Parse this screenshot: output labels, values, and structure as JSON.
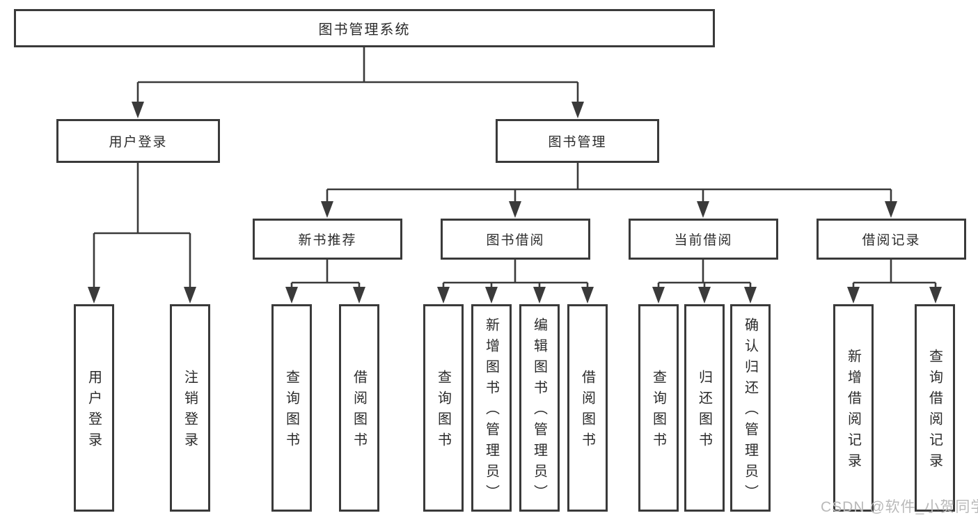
{
  "diagram": {
    "root": {
      "label": "图书管理系统"
    },
    "level2": [
      {
        "id": "user-login",
        "label": "用户登录"
      },
      {
        "id": "book-management",
        "label": "图书管理"
      }
    ],
    "level3": [
      {
        "id": "new-book-recommend",
        "label": "新书推荐"
      },
      {
        "id": "book-borrow",
        "label": "图书借阅"
      },
      {
        "id": "current-borrow",
        "label": "当前借阅"
      },
      {
        "id": "borrow-records",
        "label": "借阅记录"
      }
    ],
    "leaves": {
      "user_login": [
        "用户登录",
        "注销登录"
      ],
      "new_book_recommend": [
        "查询图书",
        "借阅图书"
      ],
      "book_borrow": [
        "查询图书",
        "新增图书（管理员）",
        "编辑图书（管理员）",
        "借阅图书"
      ],
      "current_borrow": [
        "查询图书",
        "归还图书",
        "确认归还（管理员）"
      ],
      "borrow_records": [
        "新增借阅记录",
        "查询借阅记录"
      ]
    }
  },
  "watermark": {
    "text": "CSDN @软件_小贺同学"
  },
  "colors": {
    "line": "#3a3a3a",
    "text": "#2b2b2b",
    "watermark": "#b9b9b9",
    "background": "#ffffff"
  }
}
